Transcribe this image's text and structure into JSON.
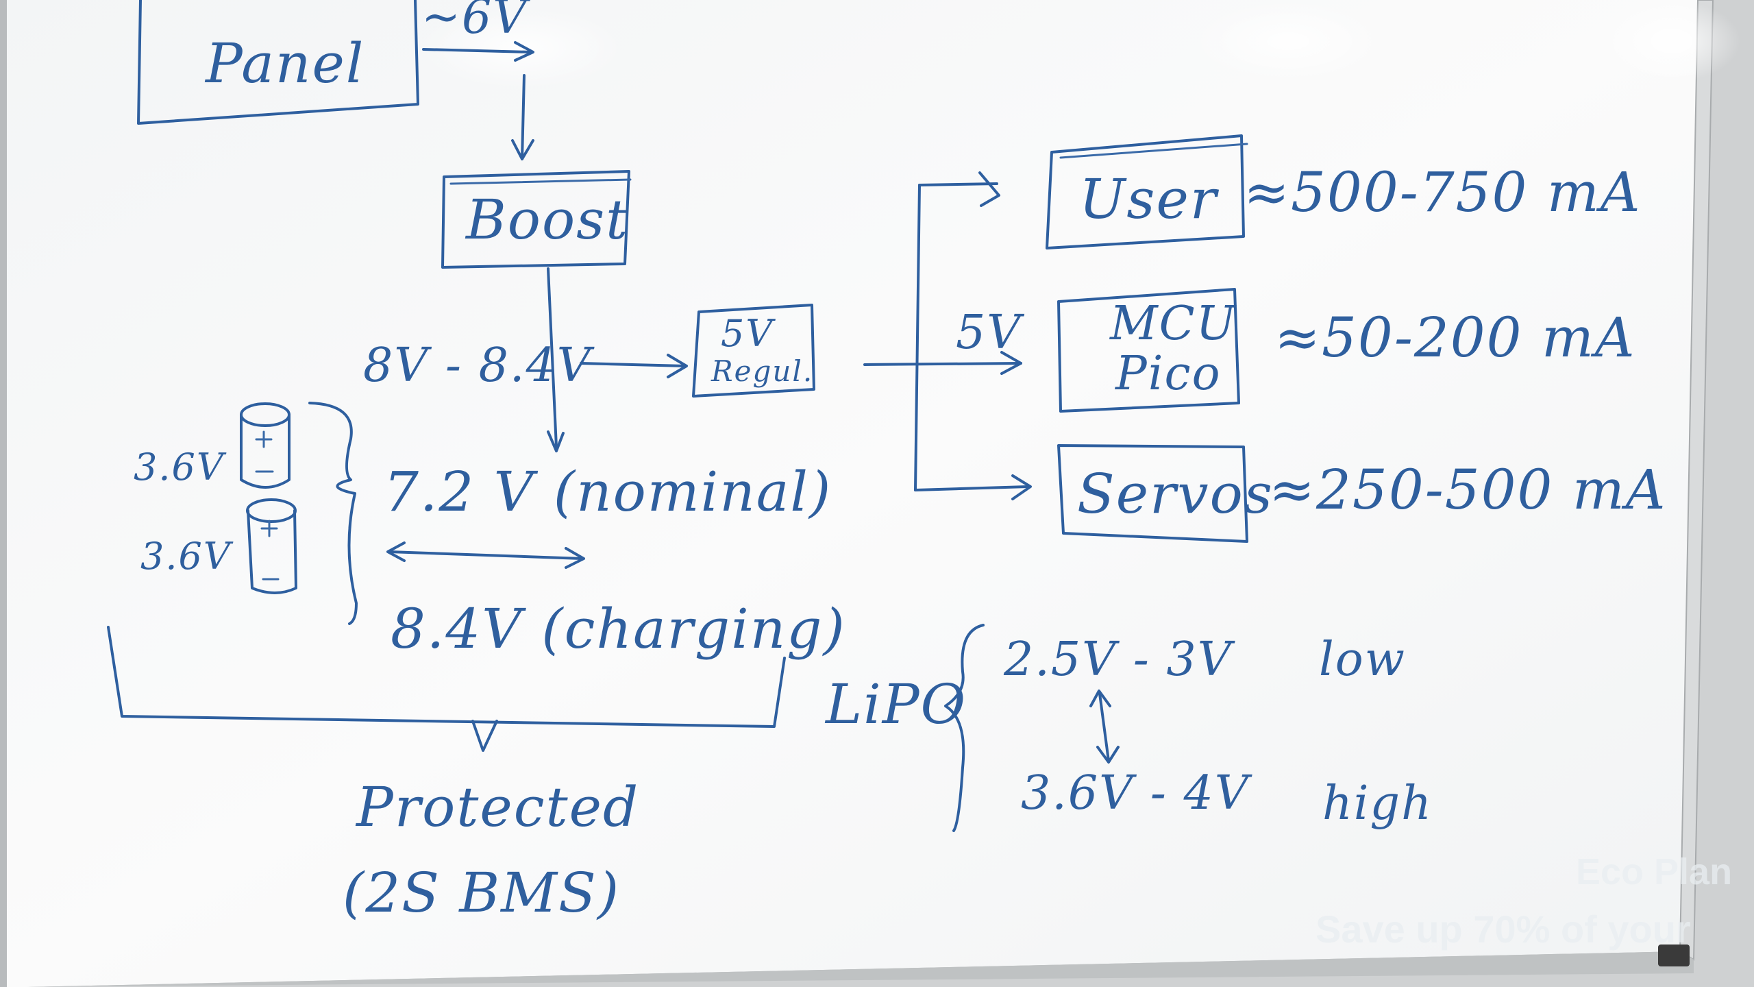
{
  "nodes": {
    "panel": "Panel",
    "boost": "Boost",
    "regulator": "5V\nRegul.",
    "user": "User",
    "mcu": "MCU\nPico",
    "servos": "Servos"
  },
  "labels": {
    "panel_voltage": "~6V",
    "boost_output": "8V - 8.4V",
    "regulated_output": "5V",
    "cell_top": "3.6V",
    "cell_bottom": "3.6V",
    "nominal": "7.2 V (nominal)",
    "charging": "8.4V (charging)",
    "protected": "Protected",
    "bms": "(2S BMS)",
    "lipo": "LiPO",
    "lipo_low_range": "2.5V - 3V",
    "lipo_low": "low",
    "lipo_high_range": "3.6V - 4V",
    "lipo_high": "high"
  },
  "currents": {
    "user": "≈500-750 mA",
    "mcu": "≈50-200 mA",
    "servos": "≈250-500 mA"
  },
  "ghost_text": {
    "line1": "Eco Plan",
    "line2": "Save up 70% of your"
  },
  "colors": {
    "ink": "#2e5f9f",
    "board": "#f7f8f8",
    "frame": "#c4c6c7"
  }
}
